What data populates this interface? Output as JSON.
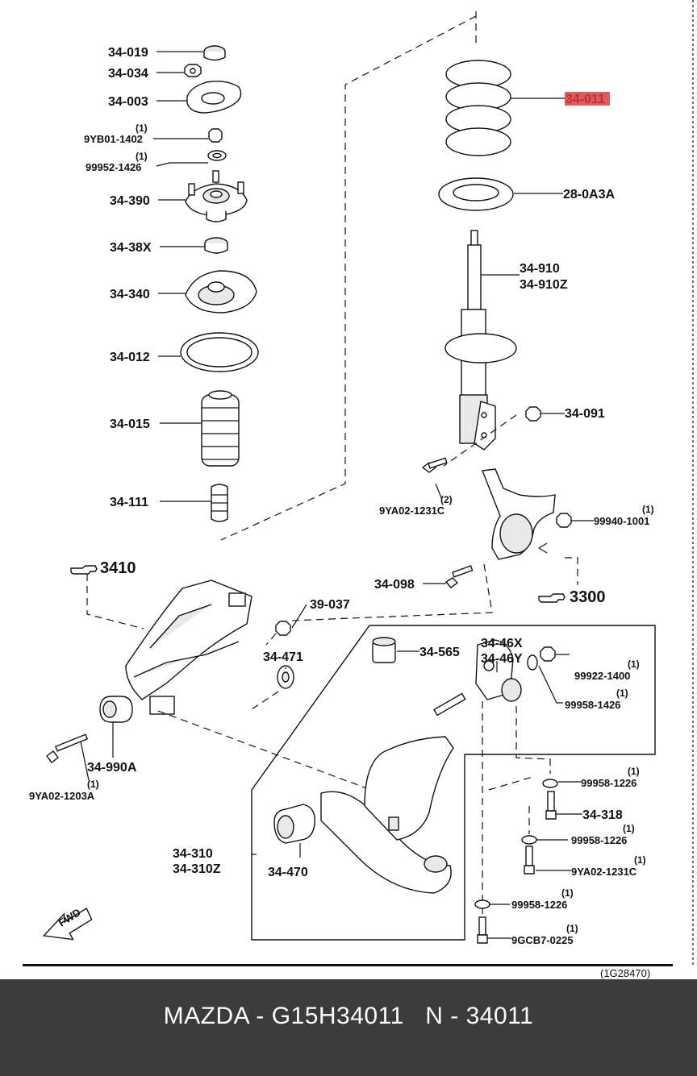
{
  "labels": {
    "p34019": "34-019",
    "p34034": "34-034",
    "p34003": "34-003",
    "p9yb01": "9YB01-1402",
    "p99952": "99952-1426",
    "p34390": "34-390",
    "p3438x": "34-38X",
    "p34340": "34-340",
    "p34012": "34-012",
    "p34015": "34-015",
    "p34111": "34-111",
    "p34011": "34-011",
    "p280a3a": "28-0A3A",
    "p34910": "34-910",
    "p34910z": "34-910Z",
    "p34091": "34-091",
    "p9ya02_1231c_a": "9YA02-1231C",
    "p99940": "99940-1001",
    "p34098": "34-098",
    "ref3410": "3410",
    "ref3300": "3300",
    "p39037": "39-037",
    "p34471": "34-471",
    "p34565": "34-565",
    "p3446x": "34-46X",
    "p3446y": "34-46Y",
    "p99922": "99922-1400",
    "p99958_1426": "99958-1426",
    "p34990a": "34-990A",
    "p9ya02_1203a": "9YA02-1203A",
    "p99958_1226_a": "99958-1226",
    "p34318": "34-318",
    "p99958_1226_b": "99958-1226",
    "p9ya02_1231c_b": "9YA02-1231C",
    "p34310": "34-310",
    "p34310z": "34-310Z",
    "p34470": "34-470",
    "p99958_1226_c": "99958-1226",
    "p9gcb7": "9GCB7-0225",
    "fwd": "FWD",
    "qty1": "(1)",
    "qty2": "(2)",
    "diagram_code": "(1G28470)"
  },
  "colors": {
    "highlight": "#e05a5a",
    "footer_bg": "#3b3b3b"
  },
  "footer": {
    "brand": "MAZDA",
    "sep1": " - ",
    "oem": "G15H34011",
    "gap": "   ",
    "n_prefix": "N",
    "sep2": " - ",
    "number": "34011"
  }
}
